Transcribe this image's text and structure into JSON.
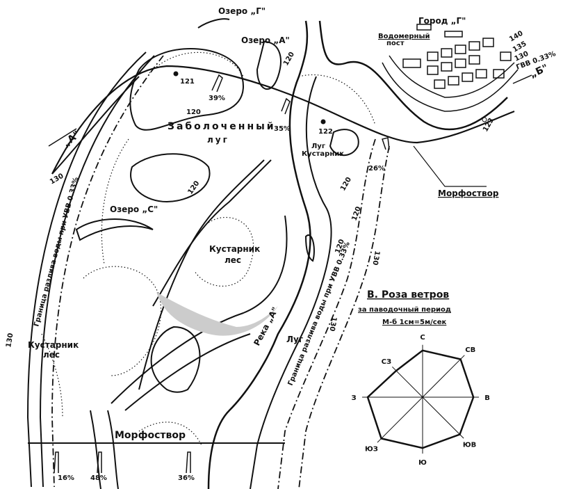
{
  "map": {
    "labels": {
      "lake_g": "Озеро „Г\"",
      "lake_a": "Озеро „А\"",
      "lake_s": "Озеро „С\"",
      "city": "Город „Г\"",
      "gauge_post_line1": "Водомерный",
      "gauge_post_line2": "пост",
      "swamp_meadow_line1": "Заболоченный",
      "swamp_meadow_line2": "луг",
      "meadow_shrub_line1": "Луг",
      "meadow_shrub_line2": "Кустарник",
      "shrub_forest_center_line1": "Кустарник",
      "shrub_forest_center_line2": "лес",
      "shrub_forest_left_line1": "Кустарник",
      "shrub_forest_left_line2": "лес",
      "river": "Река „А\"",
      "meadow": "Луг",
      "morphostvor_top": "Морфоствор",
      "morphostvor_bottom": "Морфоствор",
      "section_a": "„А\"",
      "section_b": "„Б\"",
      "flood_boundary_left": "Граница разлива воды при УВВ 0.33%",
      "flood_boundary_right": "Граница разлива воды при УВВ 0.33%",
      "gvv": "ГВВ 0.33%"
    },
    "contours": [
      "140",
      "135",
      "130",
      "120",
      "120",
      "120",
      "120",
      "120",
      "130",
      "130",
      "130",
      "130",
      "120"
    ],
    "elevation_points": [
      "121",
      "122",
      "123"
    ],
    "flow_percentages": [
      "39%",
      "35%",
      "26%",
      "16%",
      "48%",
      "36%"
    ]
  },
  "wind_rose": {
    "title": "В. Роза ветров",
    "subtitle": "за паводочный период",
    "scale": "М-б 1см=5м/сек",
    "directions": [
      "С",
      "СВ",
      "В",
      "ЮВ",
      "Ю",
      "ЮЗ",
      "З",
      "СЗ"
    ],
    "relative_values": [
      0.8,
      0.92,
      0.87,
      0.9,
      0.87,
      1.0,
      0.94,
      0.64
    ]
  }
}
